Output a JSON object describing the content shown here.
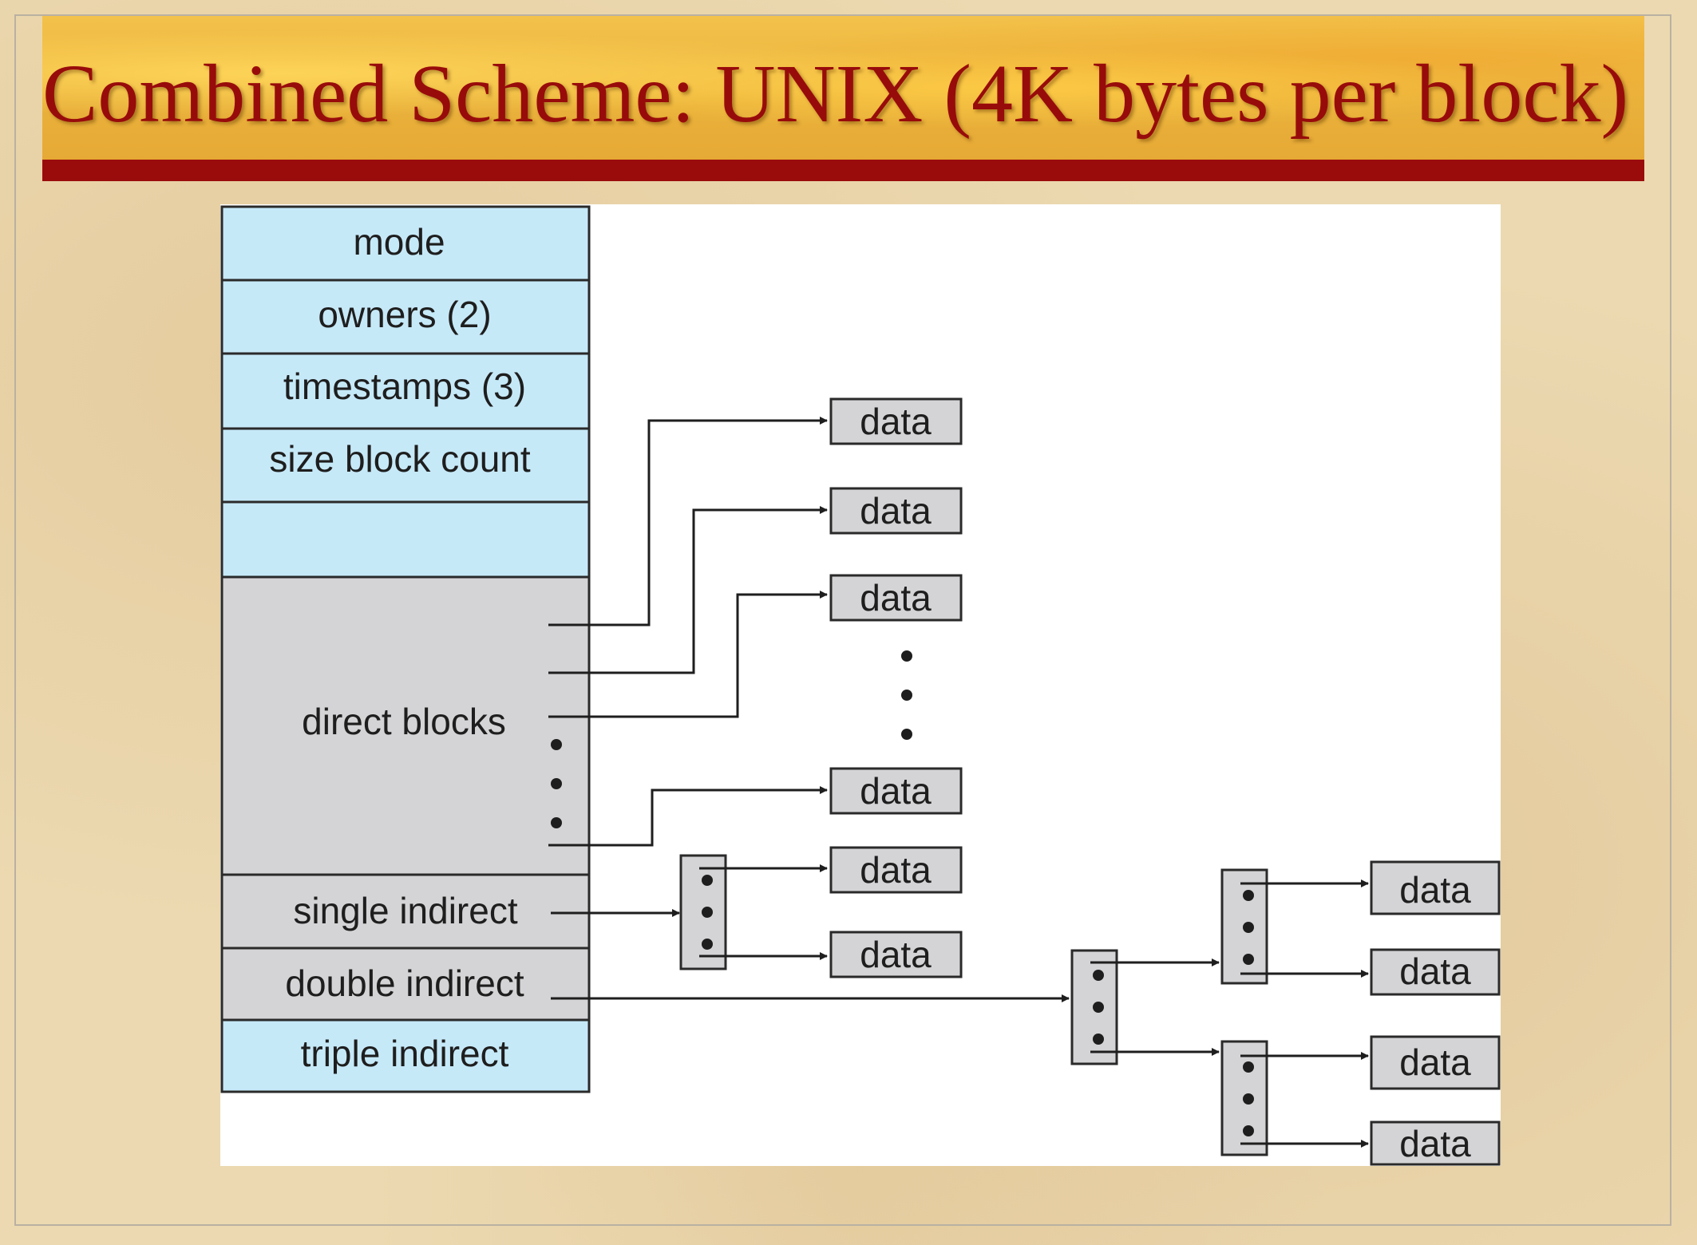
{
  "slide": {
    "title": "Combined Scheme:  UNIX (4K bytes per block)"
  },
  "inode": {
    "fields": [
      {
        "label": "mode"
      },
      {
        "label": "owners (2)"
      },
      {
        "label": "timestamps (3)"
      },
      {
        "label": "size block count"
      },
      {
        "label": ""
      },
      {
        "label": "direct blocks"
      },
      {
        "label": "single indirect"
      },
      {
        "label": "double indirect"
      },
      {
        "label": "triple indirect"
      }
    ]
  },
  "blocks": {
    "data_label": "data"
  },
  "colors": {
    "title_text": "#980b0b",
    "title_underline": "#9a0c0c",
    "inode_blue": "#c6e9f8",
    "inode_gray": "#d4d4d6",
    "data_block": "#d4d4d6",
    "line": "#1e1e1e"
  }
}
